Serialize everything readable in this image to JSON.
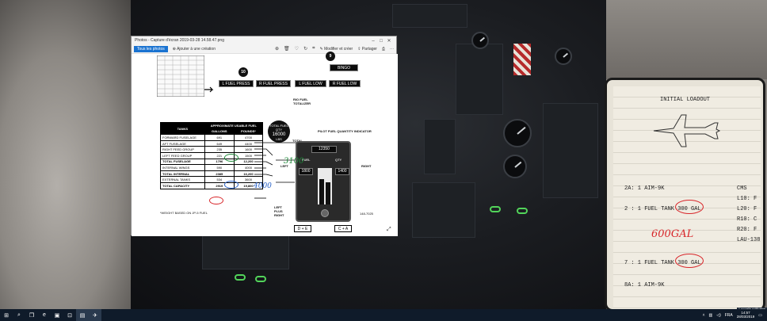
{
  "viewer": {
    "title": "Photos - Capture d'écran 2019-03-28 14.58.47.png",
    "all_photos": "Tous les photos",
    "add_to_creation": "Ajouter à une création",
    "edit_create": "Modifier et créer",
    "share": "Partager"
  },
  "doc": {
    "bingo_num": "9",
    "bingo": "BINGO",
    "badge_10": "10",
    "caution_labels": [
      "L FUEL PRESS",
      "R FUEL PRESS",
      "L FUEL LOW",
      "R FUEL LOW"
    ],
    "totalizer_label": "TOTAL FUEL QTY",
    "totalizer_value": "16000",
    "totalizer_unit": "LBS",
    "rio_label": "RIO FUEL TOTALIZER",
    "pilot_indicator_label": "PILOT FUEL QUANTITY INDICATOR",
    "table": {
      "headers": [
        "TANKS",
        "APPROXIMATE USABLE FUEL"
      ],
      "subheaders": [
        "GALLONS",
        "POUNDS*"
      ],
      "rows": [
        {
          "tank": "FORWARD FUSELAGE",
          "gallons": "691",
          "pounds": "4700"
        },
        {
          "tank": "AFT FUSELAGE",
          "gallons": "649",
          "pounds": "4400"
        },
        {
          "tank": "RIGHT FEED GROUP",
          "gallons": "235",
          "pounds": "1600"
        },
        {
          "tank": "LEFT FEED GROUP",
          "gallons": "221",
          "pounds": "1500"
        },
        {
          "tank": "TOTAL FUSELAGE",
          "gallons": "1796",
          "pounds": "12,200"
        },
        {
          "tank": "INTERNAL WINGS",
          "gallons": "590",
          "pounds": "4000"
        },
        {
          "tank": "TOTAL INTERNAL",
          "gallons": "2385",
          "pounds": "16,200"
        },
        {
          "tank": "EXTERNAL TANKS",
          "gallons": "534",
          "pounds": "3600"
        },
        {
          "tank": "TOTAL CAPACITY",
          "gallons": "2919",
          "pounds": "19,800"
        }
      ],
      "footnote": "*WEIGHT BASED ON JP-5 FUEL"
    },
    "total_label": "TOTAL",
    "left_label": "LEFT",
    "right_label": "RIGHT",
    "left_plus_right": "LEFT PLUS RIGHT",
    "feed_labels": [
      "FWD",
      "AFT",
      "L",
      "R"
    ],
    "indicator_values": [
      "12350",
      "1800",
      "1400"
    ],
    "indicator_labels": [
      "FUEL",
      "QTY"
    ],
    "bottom_labels": [
      "D + E",
      "C + A"
    ],
    "handwritten": [
      "3100",
      "4000"
    ],
    "fig_ref": "148-7025"
  },
  "kneeboard": {
    "title": "INITIAL LOADOUT",
    "row1": "2A: 1 AIM-9K",
    "row2_a": "2 : 1 FUEL TANK ",
    "row2_b": "300 GAL",
    "row3_a": "7 : 1 FUEL TANK ",
    "row3_b": "300 GAL",
    "row4": "8A: 1 AIM-9K",
    "cms_list": [
      "CMS",
      "L10: F",
      "L20: F",
      "R10: C",
      "R20: F",
      "LAU-138"
    ],
    "handwritten": "600GAL"
  },
  "taskbar": {
    "tray_lang": "FRA",
    "time": "14:57",
    "date": "28/03/2019",
    "notification": "1 nouvelle notification"
  },
  "colors": {
    "accent": "#1a73d1",
    "hand_red": "#d8262a",
    "hand_green": "#1f8a3a",
    "hand_blue": "#2a63c8",
    "taskbar": "#0f1b2a"
  }
}
